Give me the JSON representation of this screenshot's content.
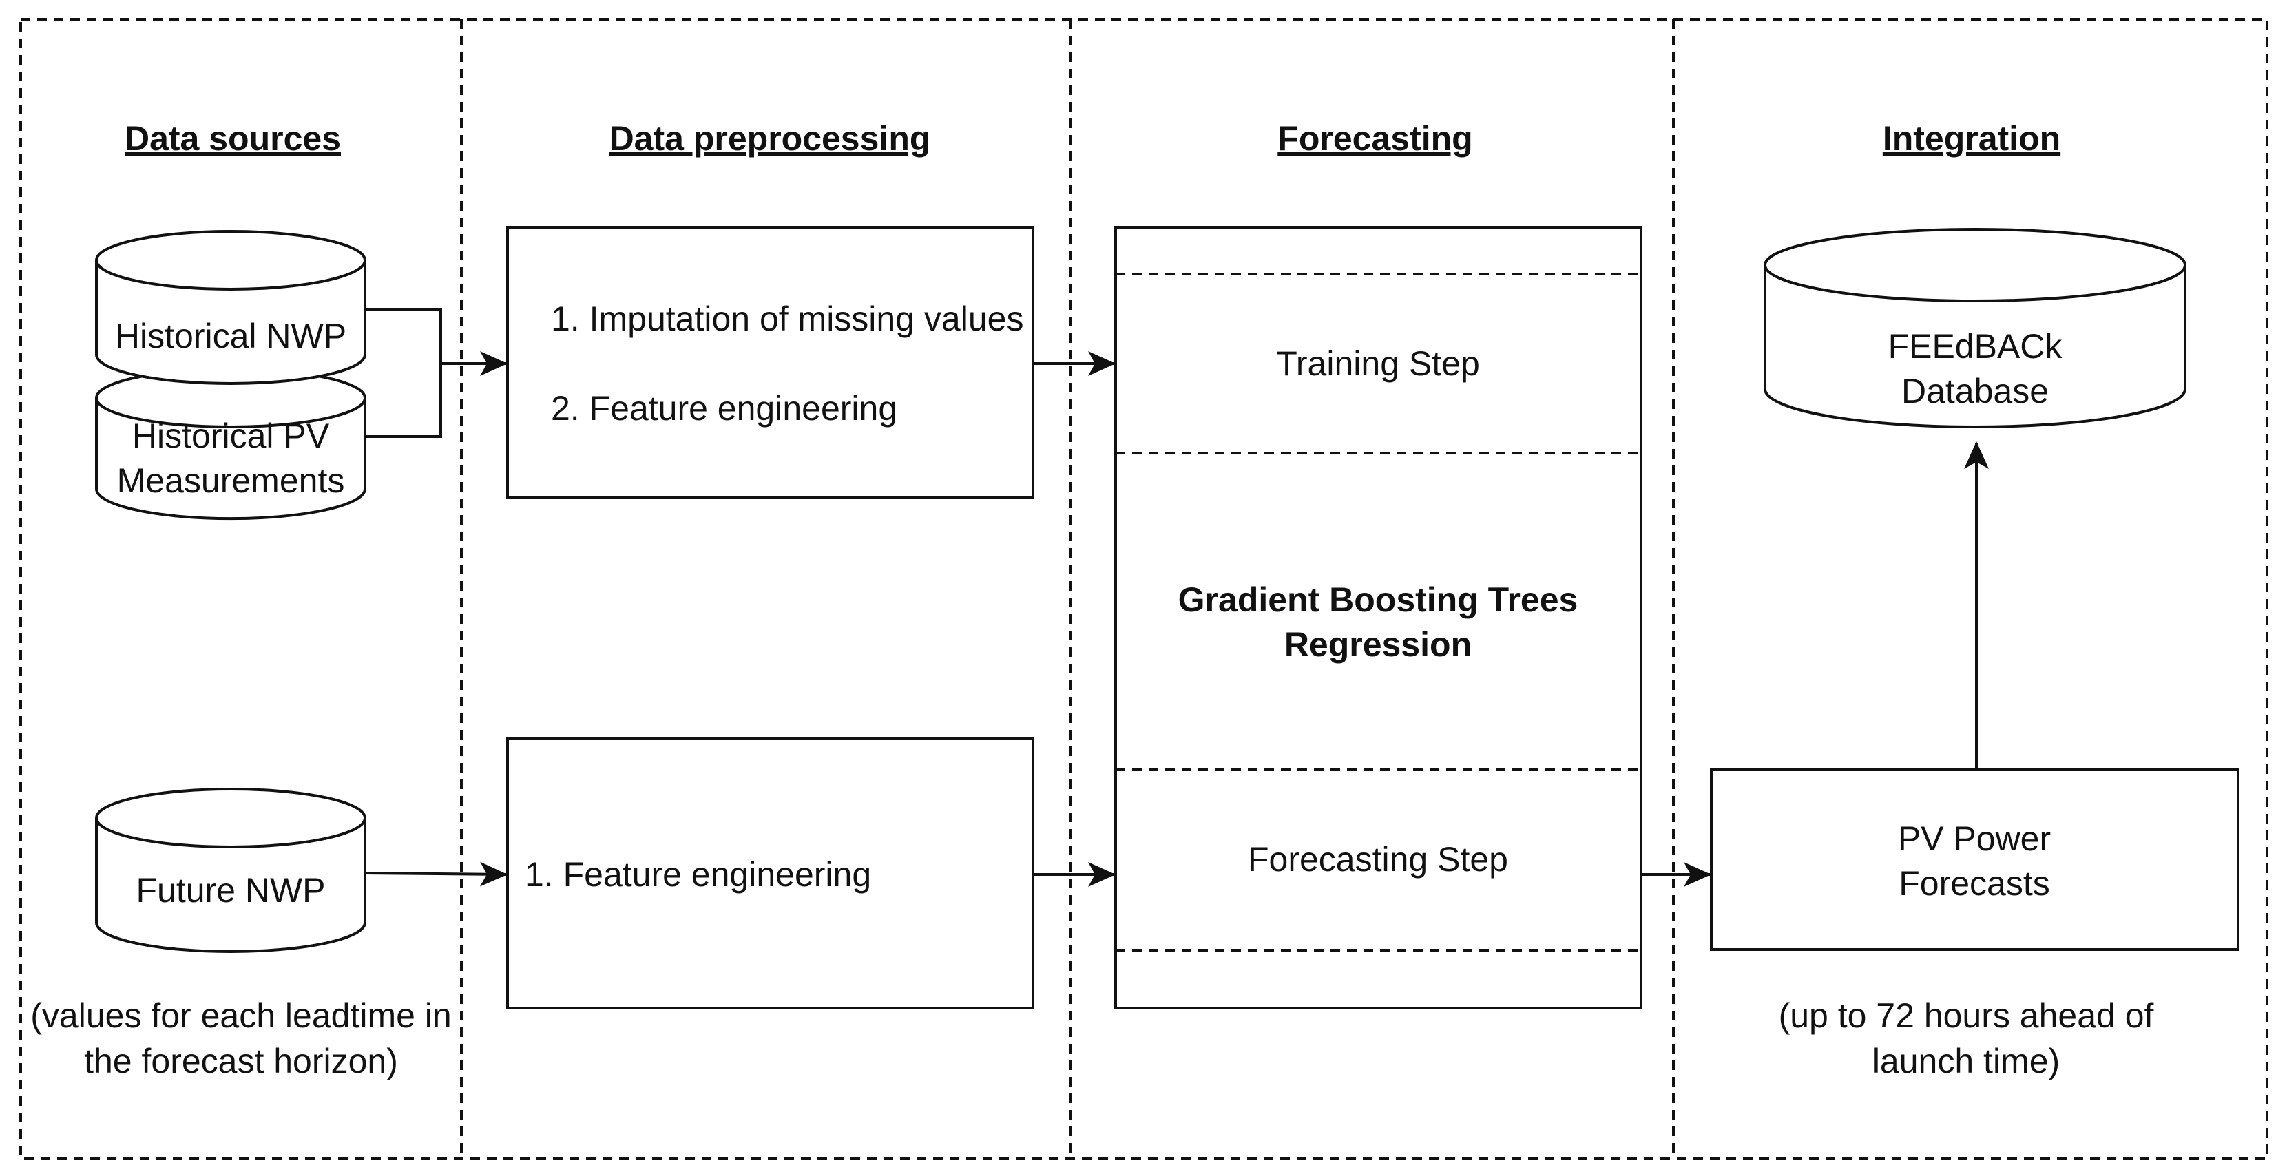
{
  "columns": {
    "data_sources": {
      "heading": "Data sources"
    },
    "preprocessing": {
      "heading": "Data preprocessing"
    },
    "forecasting": {
      "heading": "Forecasting"
    },
    "integration": {
      "heading": "Integration"
    }
  },
  "sources": {
    "historical_nwp": "Historical NWP",
    "historical_pv_line1": "Historical PV",
    "historical_pv_line2": "Measurements",
    "future_nwp": "Future NWP",
    "note_line1": "(values for each leadtime in",
    "note_line2": "the forecast horizon)"
  },
  "preprocessing": {
    "top_step1": "1. Imputation of missing values",
    "top_step2": "2. Feature engineering",
    "bottom_step1": "1. Feature engineering"
  },
  "forecasting": {
    "training_step": "Training Step",
    "model_line1": "Gradient Boosting Trees",
    "model_line2": "Regression",
    "forecasting_step": "Forecasting Step"
  },
  "integration": {
    "db_line1": "FEEdBACk",
    "db_line2": "Database",
    "forecasts_line1": "PV Power",
    "forecasts_line2": "Forecasts",
    "note_line1": "(up to 72 hours ahead of",
    "note_line2": "launch time)"
  },
  "colors": {
    "stroke": "#111111",
    "background": "#ffffff"
  }
}
